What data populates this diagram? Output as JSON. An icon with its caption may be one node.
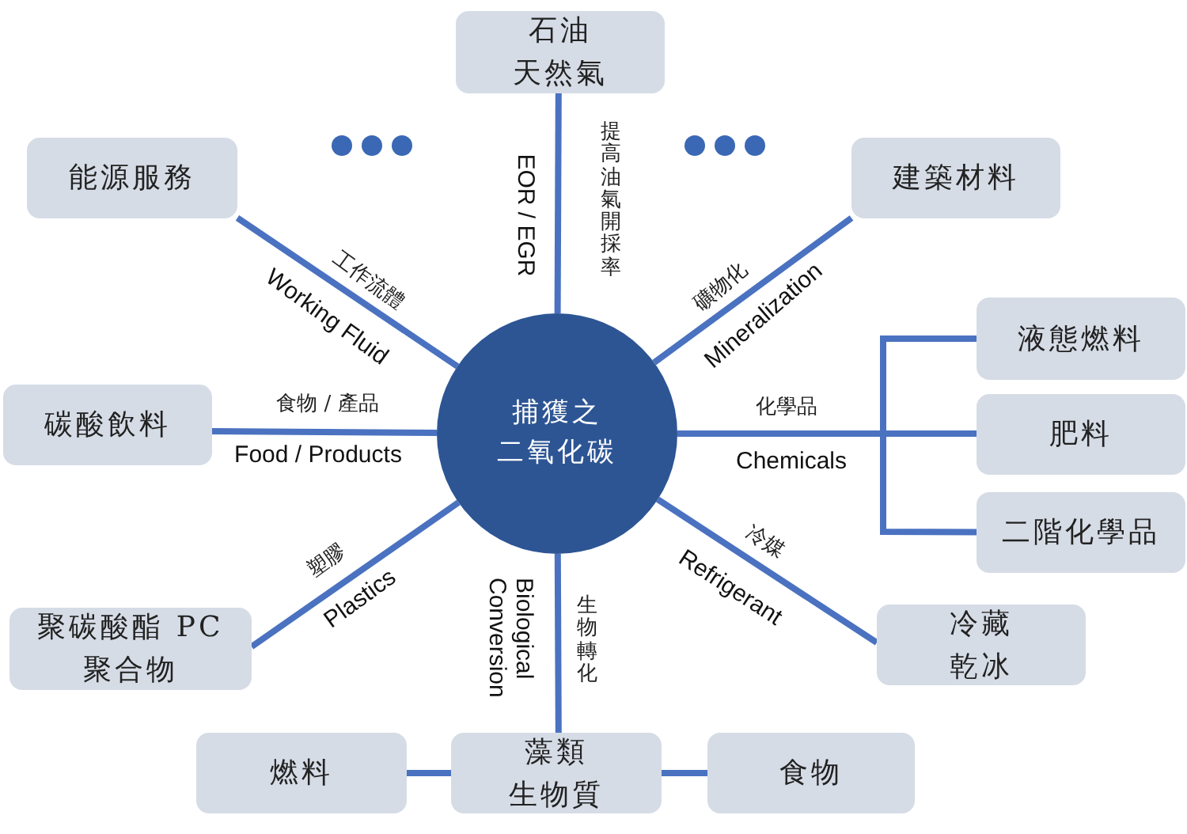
{
  "diagram": {
    "nodes": [
      {
        "text": [
          "捕獲之二氧化碳"
        ]
      },
      {
        "text": [
          "石油天然氣"
        ]
      },
      {
        "text": [
          "能源服務"
        ]
      },
      {
        "text": [
          "建築材料"
        ]
      },
      {
        "text": [
          "液態燃料"
        ]
      },
      {
        "text": [
          "肥料"
        ]
      },
      {
        "text": [
          "二階化學品"
        ]
      },
      {
        "text": [
          "碳酸飲料"
        ]
      },
      {
        "text": [
          "聚碳酸酯 PC 聚合物"
        ]
      },
      {
        "text": [
          "冷藏乾冰"
        ]
      },
      {
        "text": [
          "燃料"
        ]
      },
      {
        "text": [
          "藻類生物質"
        ]
      },
      {
        "text": [
          "食物"
        ]
      }
    ],
    "edges": [
      {
        "from": 0,
        "to": 2,
        "arrow": "none",
        "label": "工作流體"
      },
      {
        "from": 0,
        "to": 1,
        "arrow": "none",
        "label": "提高油氣開採率"
      },
      {
        "from": 0,
        "to": 3,
        "arrow": "none",
        "label": "礦物化"
      },
      {
        "from": 0,
        "to": 7,
        "arrow": "none",
        "label": "食物 / 產品"
      },
      {
        "from": 0,
        "to": 4,
        "arrow": "none",
        "label": "化學品"
      },
      {
        "from": 0,
        "to": 5,
        "arrow": "none"
      },
      {
        "from": 0,
        "to": 6,
        "arrow": "none"
      },
      {
        "from": 0,
        "to": 8,
        "arrow": "none",
        "label": "塑膠"
      },
      {
        "from": 0,
        "to": 11,
        "arrow": "none",
        "label": "生物轉化"
      },
      {
        "from": 0,
        "to": 9,
        "arrow": "none",
        "label": "冷媒"
      },
      {
        "from": 11,
        "to": 10,
        "arrow": "none"
      },
      {
        "from": 11,
        "to": 12,
        "arrow": "none"
      }
    ],
    "labels": [
      "Working Fluid",
      "EOR / EGR",
      "Mineralization",
      "Food / Products",
      "Chemicals",
      "Plastics",
      "Biological Conversion",
      "Refrigerant"
    ]
  }
}
